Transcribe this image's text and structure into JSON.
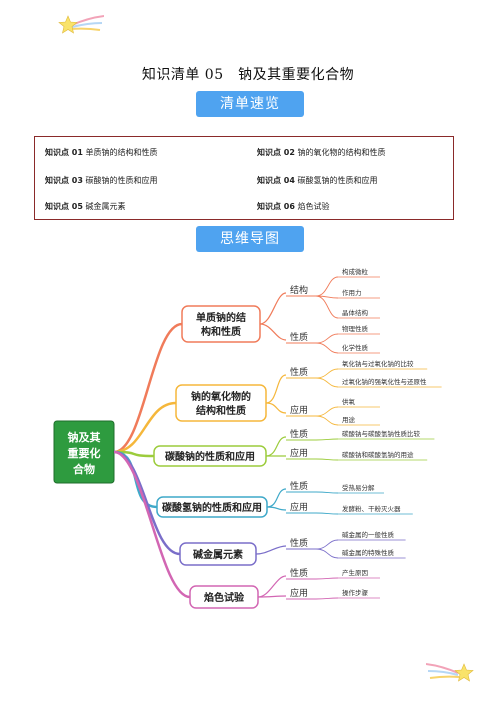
{
  "title": "知识清单 05　钠及其重要化合物",
  "banner_overview": "清单速览",
  "banner_mindmap": "思维导图",
  "toc": [
    {
      "id": "知识点 01",
      "label": "单质钠的结构和性质"
    },
    {
      "id": "知识点 02",
      "label": "钠的氧化物的结构和性质"
    },
    {
      "id": "知识点 03",
      "label": "碳酸钠的性质和应用"
    },
    {
      "id": "知识点 04",
      "label": "碳酸氢钠的性质和应用"
    },
    {
      "id": "知识点 05",
      "label": "碱金属元素"
    },
    {
      "id": "知识点 06",
      "label": "焰色试验"
    }
  ],
  "mindmap": {
    "root": [
      "钠及其",
      "重要化",
      "合物"
    ],
    "branches": [
      {
        "label": [
          "单质钠的结",
          "构和性质"
        ],
        "color": "#f07b5a",
        "subs": [
          {
            "label": "结构",
            "leaves": [
              "构成微粒",
              "作用力",
              "晶体结构"
            ]
          },
          {
            "label": "性质",
            "leaves": [
              "物理性质",
              "化学性质"
            ]
          }
        ]
      },
      {
        "label": [
          "钠的氧化物的",
          "结构和性质"
        ],
        "color": "#f5b73b",
        "subs": [
          {
            "label": "性质",
            "leaves": [
              "氧化钠与过氧化钠的比较",
              "过氧化钠的强氧化性与还原性"
            ]
          },
          {
            "label": "应用",
            "leaves": [
              "供氧",
              "用途"
            ]
          }
        ]
      },
      {
        "label": [
          "碳酸钠的性质和应用"
        ],
        "color": "#9ccc3c",
        "subs": [
          {
            "label": "性质",
            "leaves": [
              "碳酸钠与碳酸氢钠性质比较"
            ]
          },
          {
            "label": "应用",
            "leaves": [
              "碳酸钠和碳酸氢钠的用途"
            ]
          }
        ]
      },
      {
        "label": [
          "碳酸氢钠的性质和应用"
        ],
        "color": "#3fa9c9",
        "subs": [
          {
            "label": "性质",
            "leaves": [
              "受热易分解"
            ]
          },
          {
            "label": "应用",
            "leaves": [
              "发酵粉、干粉灭火器"
            ]
          }
        ]
      },
      {
        "label": [
          "碱金属元素"
        ],
        "color": "#7a6ec9",
        "subs": [
          {
            "label": "性质",
            "leaves": [
              "碱金属的一般性质",
              "碱金属的特殊性质"
            ]
          }
        ]
      },
      {
        "label": [
          "焰色试验"
        ],
        "color": "#d266b3",
        "subs": [
          {
            "label": "性质",
            "leaves": [
              "产生原因"
            ]
          },
          {
            "label": "应用",
            "leaves": [
              "操作步骤"
            ]
          }
        ]
      }
    ]
  }
}
